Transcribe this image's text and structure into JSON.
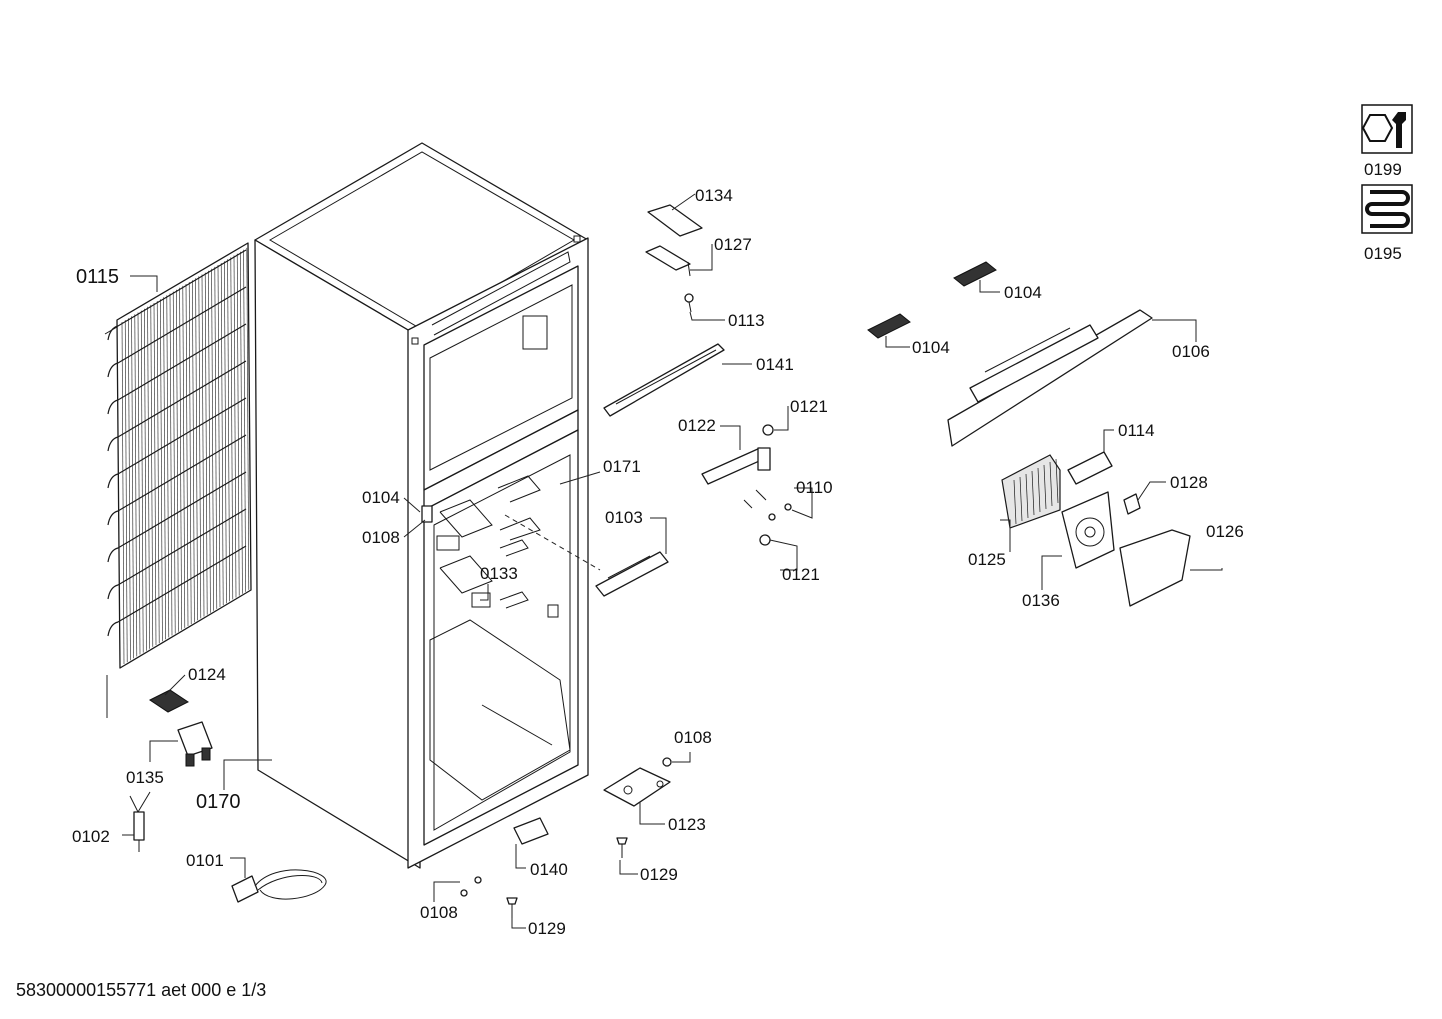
{
  "callouts": {
    "c0115": "0115",
    "c0124": "0124",
    "c0135": "0135",
    "c0102": "0102",
    "c0170": "0170",
    "c0101": "0101",
    "c0104a": "0104",
    "c0108a": "0108",
    "c0133": "0133",
    "c0171": "0171",
    "c0134": "0134",
    "c0127": "0127",
    "c0113": "0113",
    "c0141": "0141",
    "c0122": "0122",
    "c0121a": "0121",
    "c0110": "0110",
    "c0103": "0103",
    "c0121b": "0121",
    "c0108b": "0108",
    "c0123": "0123",
    "c0129a": "0129",
    "c0140": "0140",
    "c0108c": "0108",
    "c0129b": "0129",
    "c0104b": "0104",
    "c0104c": "0104",
    "c0106": "0106",
    "c0114": "0114",
    "c0128": "0128",
    "c0126": "0126",
    "c0125": "0125",
    "c0136": "0136",
    "c0199": "0199",
    "c0195": "0195"
  },
  "footer": "58300000155771 aet 000 e 1/3",
  "icons": {
    "service": "wrench-bolt-icon",
    "coil": "refrigerant-coil-icon"
  }
}
